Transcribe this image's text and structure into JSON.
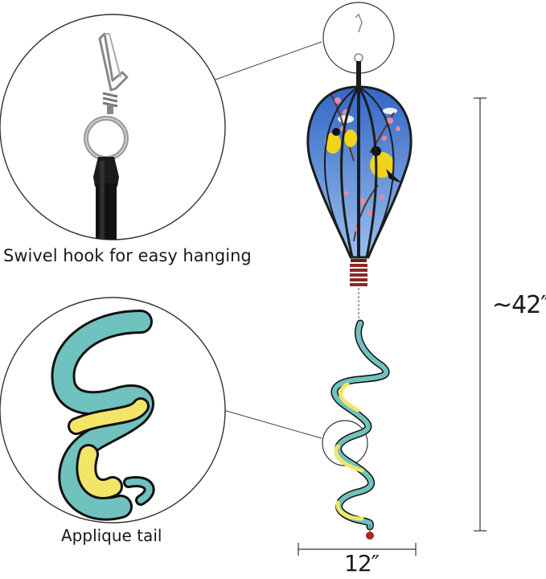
{
  "captions": {
    "hook": "Swivel hook for easy hanging",
    "tail": "Applique tail"
  },
  "dimensions": {
    "height": "~42″",
    "width": "12″"
  },
  "colors": {
    "sky_blue": "#5b8fd6",
    "balloon_frame": "#1c1c1c",
    "blossom_pink": "#e98aa0",
    "bird_yellow": "#f2d21b",
    "tail_teal": "#6fc2bd",
    "tail_yellow": "#f3e56a",
    "base_red": "#8a2a22",
    "bead_red": "#b3261e",
    "leader_line": "#444444"
  },
  "icons": [
    "swivel-hook-icon",
    "hot-air-balloon-icon",
    "spiral-tail-icon"
  ]
}
